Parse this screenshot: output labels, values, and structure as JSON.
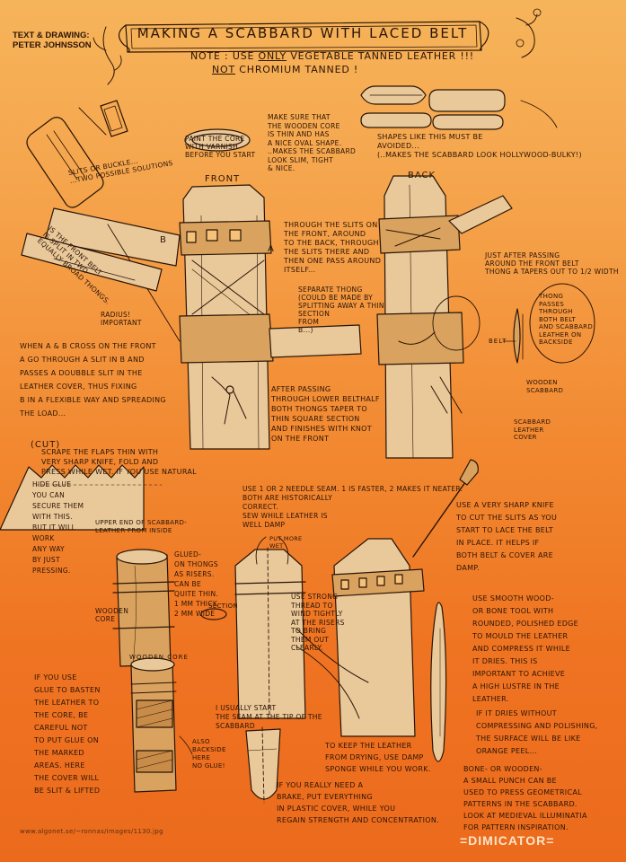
{
  "credit": "TEXT & DRAWING:\nPETER JOHNSSON",
  "title": "MAKING A SCABBARD WITH LACED BELT",
  "note": {
    "line1_prefix": "NOTE : USE ",
    "line1_only": "ONLY",
    "line1_suffix": " VEGETABLE TANNED LEATHER !!!",
    "line2_not": "NOT",
    "line2_suffix": " CHROMIUM TANNED !"
  },
  "labels": {
    "front": "FRONT",
    "back": "BACK",
    "belt": "BELT",
    "a": "A",
    "b": "B",
    "cut": "(CUT)",
    "wooden_core": "WOODEN CORE"
  },
  "annotations": {
    "slits": "SLITS OR BUCKLE...\n...TWO POSSIBLE SOLUTIONS",
    "paint_core": "PAINT THE CORE\nWITH VARNISH\nBEFORE YOU START",
    "thin_core": "MAKE SURE THAT\nTHE WOODEN CORE\nIS THIN AND HAS\nA NICE OVAL SHAPE.\n..MAKES THE SCABBARD\nLOOK SLIM, TIGHT\n& NICE.",
    "shapes_avoid": "SHAPES LIKE THIS MUST BE\nAVOIDED...\n(..MAKES THE SCABBARD LOOK HOLLYWOOD-BULKY!)",
    "front_belt": "IS THE FRONT BELT\nIS SPLIT IN TWO\nEQUALLY BROAD THONGS.",
    "through_slits": "THROUGH THE SLITS ON\nTHE FRONT, AROUND\nTO THE BACK, THROUGH\nTHE SLITS THERE AND\nTHEN ONE PASS AROUND\nITSELF...",
    "after_front": "JUST AFTER PASSING\nAROUND THE FRONT BELT\nTHONG A TAPERS OUT TO 1/2 WIDTH",
    "separate_thong": "SEPARATE THONG\n(COULD BE MADE BY\nSPLITTING AWAY A THIN\nSECTION\nFROM\nB...)",
    "thong_passes": "THONG\nPASSES\nTHROUGH\nBOTH BELT\nAND SCABBARD\nLEATHER ON\nBACKSIDE",
    "radius": "RADIUS!\nIMPORTANT",
    "wooden_scabbard": "WOODEN\nSCABBARD",
    "scabbard_leather": "SCABBARD\nLEATHER\nCOVER",
    "when_ab": "WHEN A & B CROSS ON THE FRONT\nA GO THROUGH A SLIT IN B AND\nPASSES A DOUBBLE SLIT IN THE\nLEATHER COVER, THUS FIXING\nB IN A FLEXIBLE WAY AND SPREADING\nTHE LOAD...",
    "after_lower": "AFTER PASSING\nTHROUGH LOWER BELTHALF\nBOTH THONGS TAPER TO\nTHIN SQUARE SECTION\nAND FINISHES WITH KNOT\nON THE FRONT",
    "scrape": "SCRAPE THE FLAPS THIN WITH\nVERY SHARP KNIFE, FOLD AND\nPRESS WHILE WET. IF YOU USE NATURAL",
    "hide_glue": "HIDE GLUE\nYOU CAN\nSECURE THEM\nWITH THIS.\nBUT IT WILL\nWORK\nANY WAY\nBY JUST\nPRESSING.",
    "upper_end": "UPPER END OF SCABBARD-\nLEATHER FROM INSIDE",
    "glued_thongs": "GLUED-\nON THONGS\nAS RISERS.\nCAN BE\nQUITE THIN.\n1 MM THICK\n2 MM WIDE",
    "section": "SECTION",
    "wooden_core_label": "WOODEN\nCORE",
    "needle_seam": "USE 1 OR 2 NEEDLE SEAM. 1 IS FASTER, 2 MAKES IT NEATER.\nBOTH ARE HISTORICALLY\nCORRECT.\nSEW WHILE LEATHER IS\nWELL DAMP",
    "put_wet": "PUT MORE\nWET",
    "strong_thread": "USE STRONG\nTHREAD TO\nWIND TIGHTLY\nAT THE RISERS\nTO BRING\nTHEM OUT\nCLEARLY.",
    "sharp_knife": "USE A VERY SHARP KNIFE\nTO CUT THE SLITS AS YOU\nSTART TO LACE THE BELT\nIN PLACE. IT HELPS IF\nBOTH BELT & COVER ARE\nDAMP.",
    "bone_tool": "USE SMOOTH WOOD-\nOR BONE TOOL WITH\nROUNDED, POLISHED EDGE\nTO MOULD THE LEATHER\nAND COMPRESS IT WHILE\nIT DRIES. THIS IS\nIMPORTANT TO ACHIEVE\nA HIGH LUSTRE IN THE\nLEATHER.",
    "dries_without": "IF IT DRIES WITHOUT\nCOMPRESSING AND POLISHING,\nTHE SURFACE WILL BE LIKE\nORANGE PEEL...",
    "small_punch": "BONE- OR WOODEN-\nA SMALL PUNCH CAN BE\nUSED TO PRESS GEOMETRICAL\nPATTERNS IN THE SCABBARD.\nLOOK AT MEDIEVAL ILLUMINATIA\nFOR PATTERN INSPIRATION.",
    "glue_baste": "IF YOU USE\nGLUE TO BASTEN\nTHE LEATHER TO\nTHE CORE, BE\nCAREFUL NOT\nTO PUT GLUE ON\nTHE MARKED\nAREAS. HERE\nTHE COVER WILL\nBE SLIT & LIFTED",
    "also_backside": "ALSO\nBACKSIDE\nHERE\nNO GLUE!",
    "start_seam": "I USUALLY START\nTHE SEAM AT THE TIP OF THE\nSCABBARD",
    "keep_damp": "TO KEEP THE LEATHER\nFROM DRYING, USE DAMP\nSPONGE WHILE YOU WORK.",
    "brake": "IF YOU REALLY NEED A\nBRAKE, PUT EVERYTHING\nIN PLASTIC COVER, WHILE YOU\nREGAIN STRENGTH AND CONCENTRATION."
  },
  "footer": {
    "url": "www.algonet.se/~ronnas/images/1130.jpg",
    "logo": "=DIMICATOR="
  },
  "colors": {
    "ink": "#2a1406",
    "leather": "#e9c89a",
    "wood": "#d9a35f",
    "bg_top": "#f6b45a",
    "bg_bottom": "#ec6a1c"
  }
}
